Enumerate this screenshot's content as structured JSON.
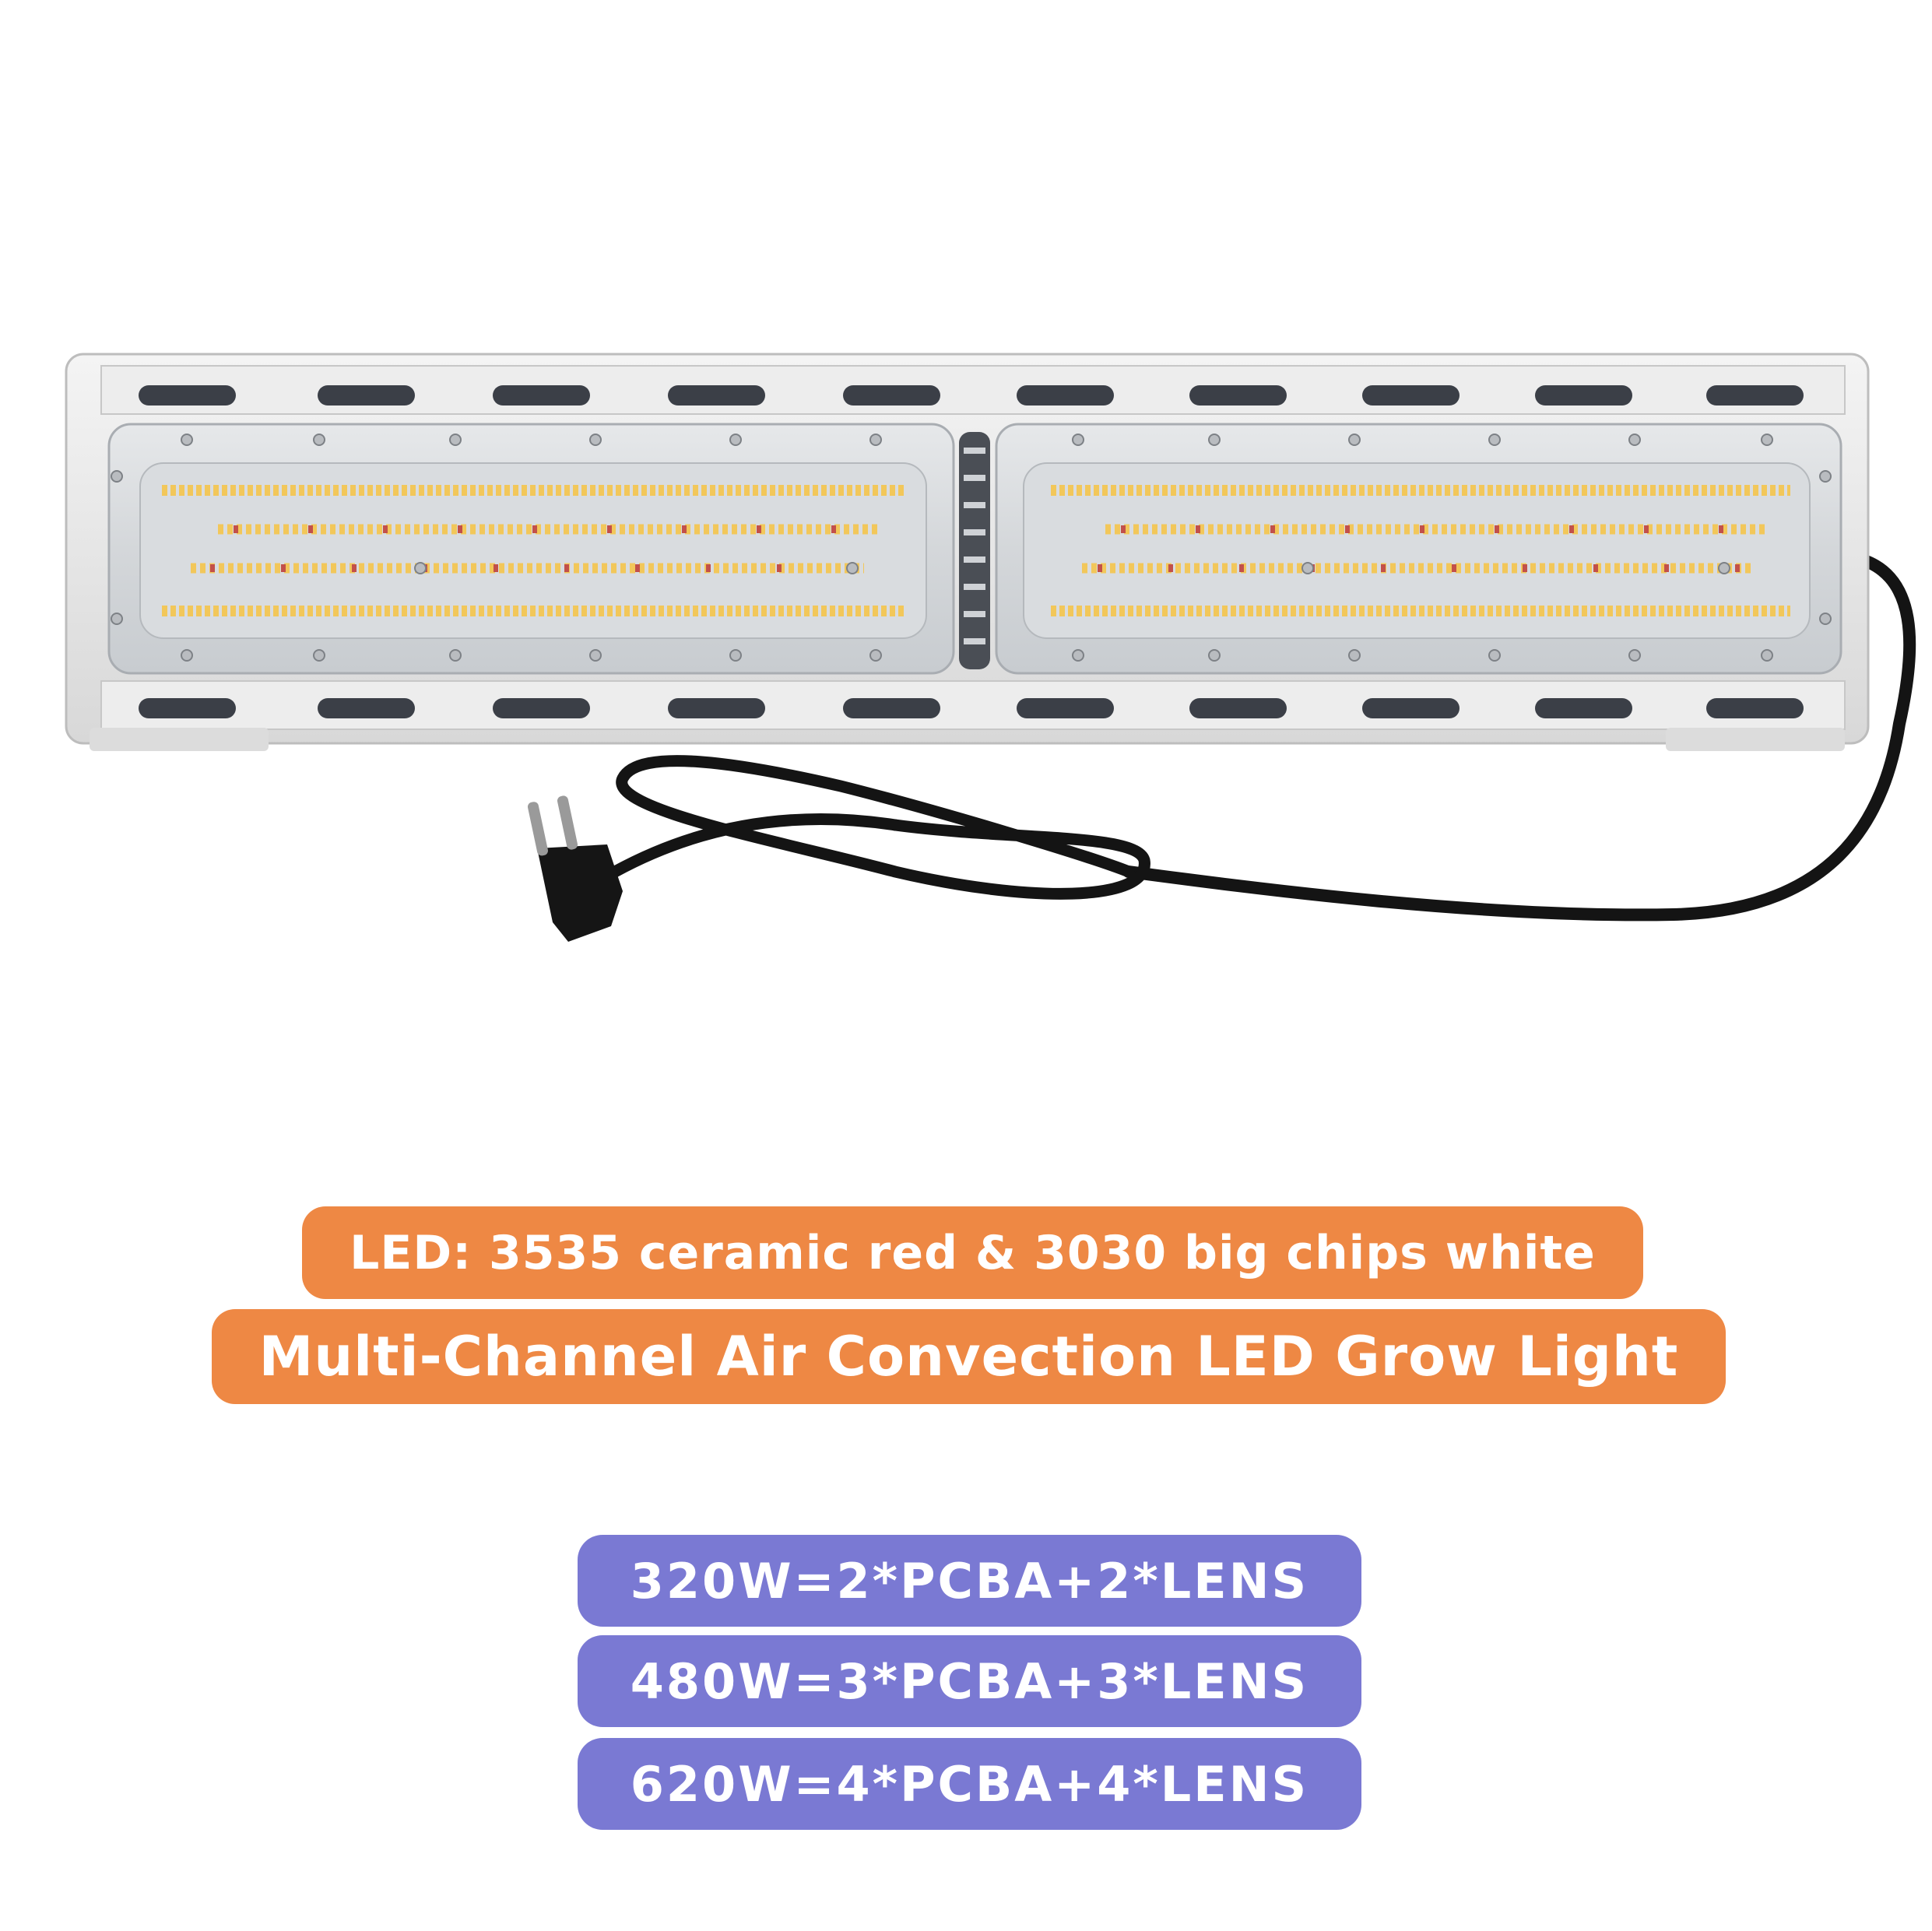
{
  "product_image": {
    "description_icon": "led-grow-light-fixture-icon",
    "colors": {
      "housing": "#e9e9e9",
      "frame_shadow": "#c9c9c9",
      "vent_slot": "#3b3f47",
      "led_warm": "#f2c75a",
      "led_red": "#c2504a",
      "cable": "#141414"
    }
  },
  "led_banner": {
    "text": "LED: 3535 ceramic red & 3030 big chips white",
    "color": "#ee8844"
  },
  "title_banner": {
    "text": "Multi-Channel Air Convection LED Grow Light",
    "color": "#ee8844"
  },
  "power_options": [
    {
      "text": "320W=2*PCBA+2*LENS"
    },
    {
      "text": "480W=3*PCBA+3*LENS"
    },
    {
      "text": "620W=4*PCBA+4*LENS"
    }
  ],
  "power_color": "#7a79d3"
}
